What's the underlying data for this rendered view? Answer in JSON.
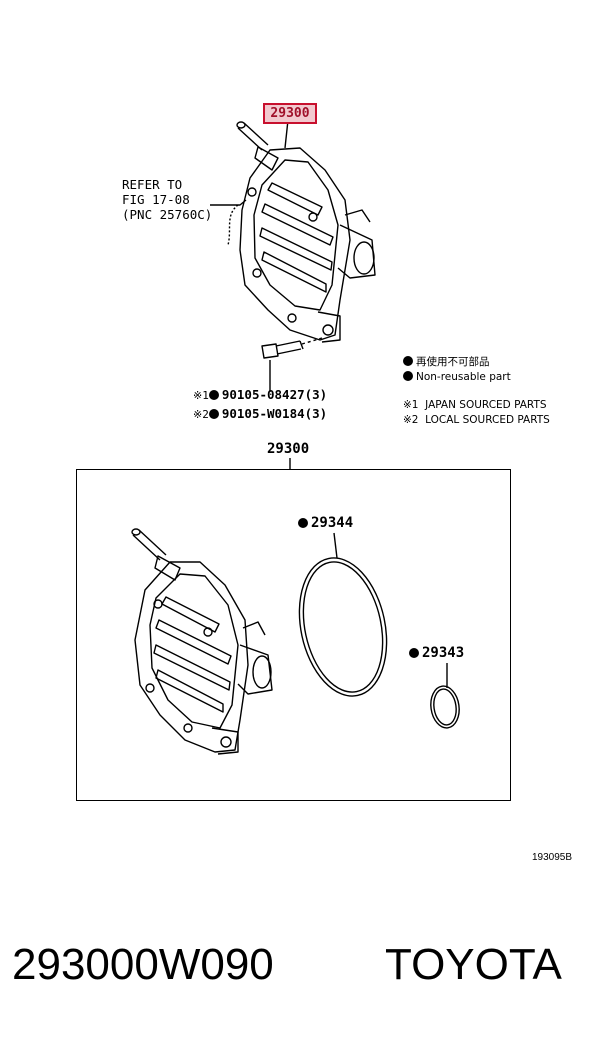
{
  "diagram": {
    "top_callout": "29300",
    "refer_note": [
      "REFER TO",
      "FIG 17-08",
      "(PNC 25760C)"
    ],
    "bolts": [
      {
        "mark": "※1",
        "part_no": "90105-08427(3)"
      },
      {
        "mark": "※2",
        "part_no": "90105-W0184(3)"
      }
    ],
    "legend": [
      {
        "symbol": "dot",
        "text": "再使用不可部品"
      },
      {
        "symbol": "dot",
        "text": "Non-reusable part"
      },
      {
        "symbol": "※1",
        "text": "JAPAN SOURCED PARTS"
      },
      {
        "symbol": "※2",
        "text": "LOCAL SOURCED PARTS"
      }
    ],
    "kit_label": "29300",
    "kit_parts": [
      {
        "part_no": "29344"
      },
      {
        "part_no": "29343"
      }
    ],
    "doc_number": "193095B"
  },
  "footer": {
    "part_number": "293000W090",
    "brand": "TOYOTA"
  },
  "icons": {
    "non_reusable": "filled-circle-icon"
  }
}
